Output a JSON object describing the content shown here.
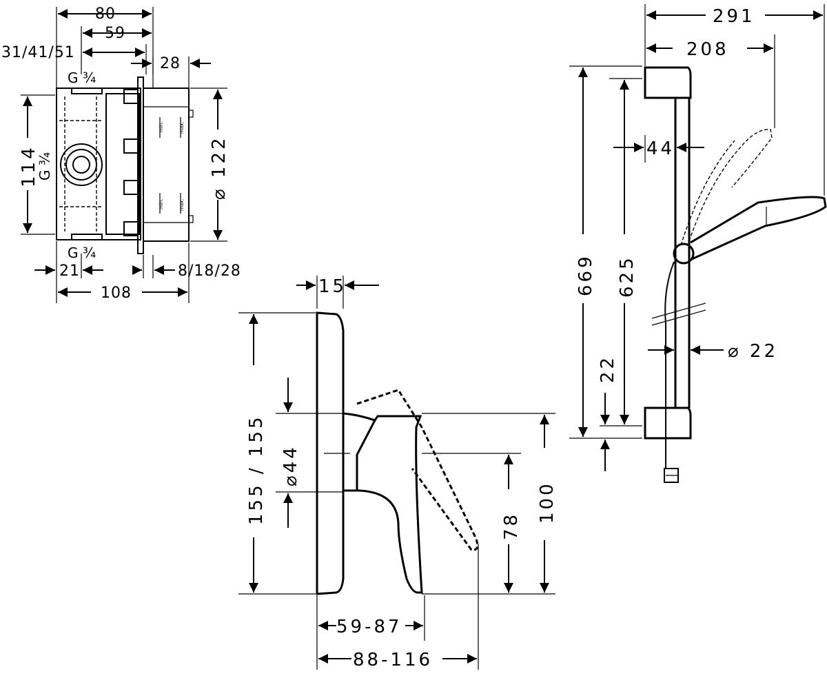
{
  "box": {
    "w80": "80",
    "w59": "59",
    "d31": "31/41/51",
    "d28": "28",
    "g_top": "G ¾",
    "g_side": "G ¾",
    "g_bottom": "G ¾",
    "h114": "114",
    "dia122": "⌀ 122",
    "w21": "21",
    "d8": "8/18/28",
    "w108": "108",
    "min1": "min.",
    "max1": "max.",
    "min2": "min.",
    "max2": "max."
  },
  "mixer": {
    "w15": "15",
    "h155": "155 / 155",
    "dia44": "⌀44",
    "h78": "78",
    "h100": "100",
    "d59": "59-87",
    "d88": "88-116"
  },
  "rail": {
    "w291": "291",
    "w208": "208",
    "h669": "669",
    "h625": "625",
    "w44": "44",
    "dia22": "⌀ 22",
    "h22": "22"
  }
}
